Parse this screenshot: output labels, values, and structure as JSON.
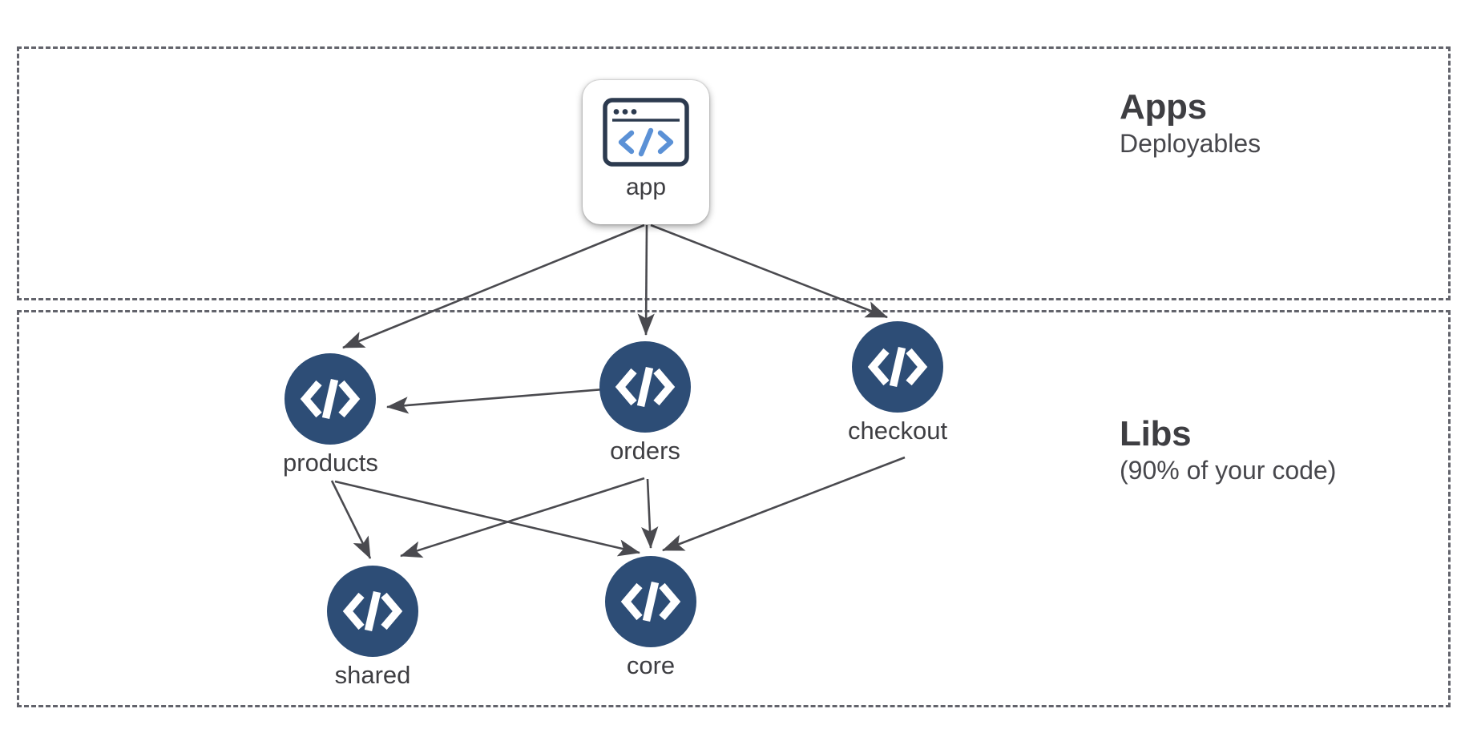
{
  "diagram": {
    "type": "dependency-graph",
    "zones": [
      {
        "id": "apps",
        "title": "Apps",
        "subtitle": "Deployables"
      },
      {
        "id": "libs",
        "title": "Libs",
        "subtitle": "(90% of your code)"
      }
    ],
    "nodes": [
      {
        "id": "app",
        "label": "app",
        "zone": "apps",
        "shape": "rounded-card",
        "icon": "browser-code-icon"
      },
      {
        "id": "products",
        "label": "products",
        "zone": "libs",
        "shape": "circle",
        "icon": "code-icon"
      },
      {
        "id": "orders",
        "label": "orders",
        "zone": "libs",
        "shape": "circle",
        "icon": "code-icon"
      },
      {
        "id": "checkout",
        "label": "checkout",
        "zone": "libs",
        "shape": "circle",
        "icon": "code-icon"
      },
      {
        "id": "shared",
        "label": "shared",
        "zone": "libs",
        "shape": "circle",
        "icon": "code-icon"
      },
      {
        "id": "core",
        "label": "core",
        "zone": "libs",
        "shape": "circle",
        "icon": "code-icon"
      }
    ],
    "edges": [
      {
        "from": "app",
        "to": "products"
      },
      {
        "from": "app",
        "to": "orders"
      },
      {
        "from": "app",
        "to": "checkout"
      },
      {
        "from": "orders",
        "to": "products"
      },
      {
        "from": "products",
        "to": "shared"
      },
      {
        "from": "products",
        "to": "core"
      },
      {
        "from": "orders",
        "to": "shared"
      },
      {
        "from": "orders",
        "to": "core"
      },
      {
        "from": "checkout",
        "to": "core"
      }
    ],
    "colors": {
      "lib_node_fill": "#2d4d76",
      "app_icon_accent": "#5b91d6",
      "app_icon_outline": "#2c3a4f",
      "edge": "#4a4a4f",
      "zone_border": "#62636b",
      "label_text": "#3e3e42"
    }
  }
}
